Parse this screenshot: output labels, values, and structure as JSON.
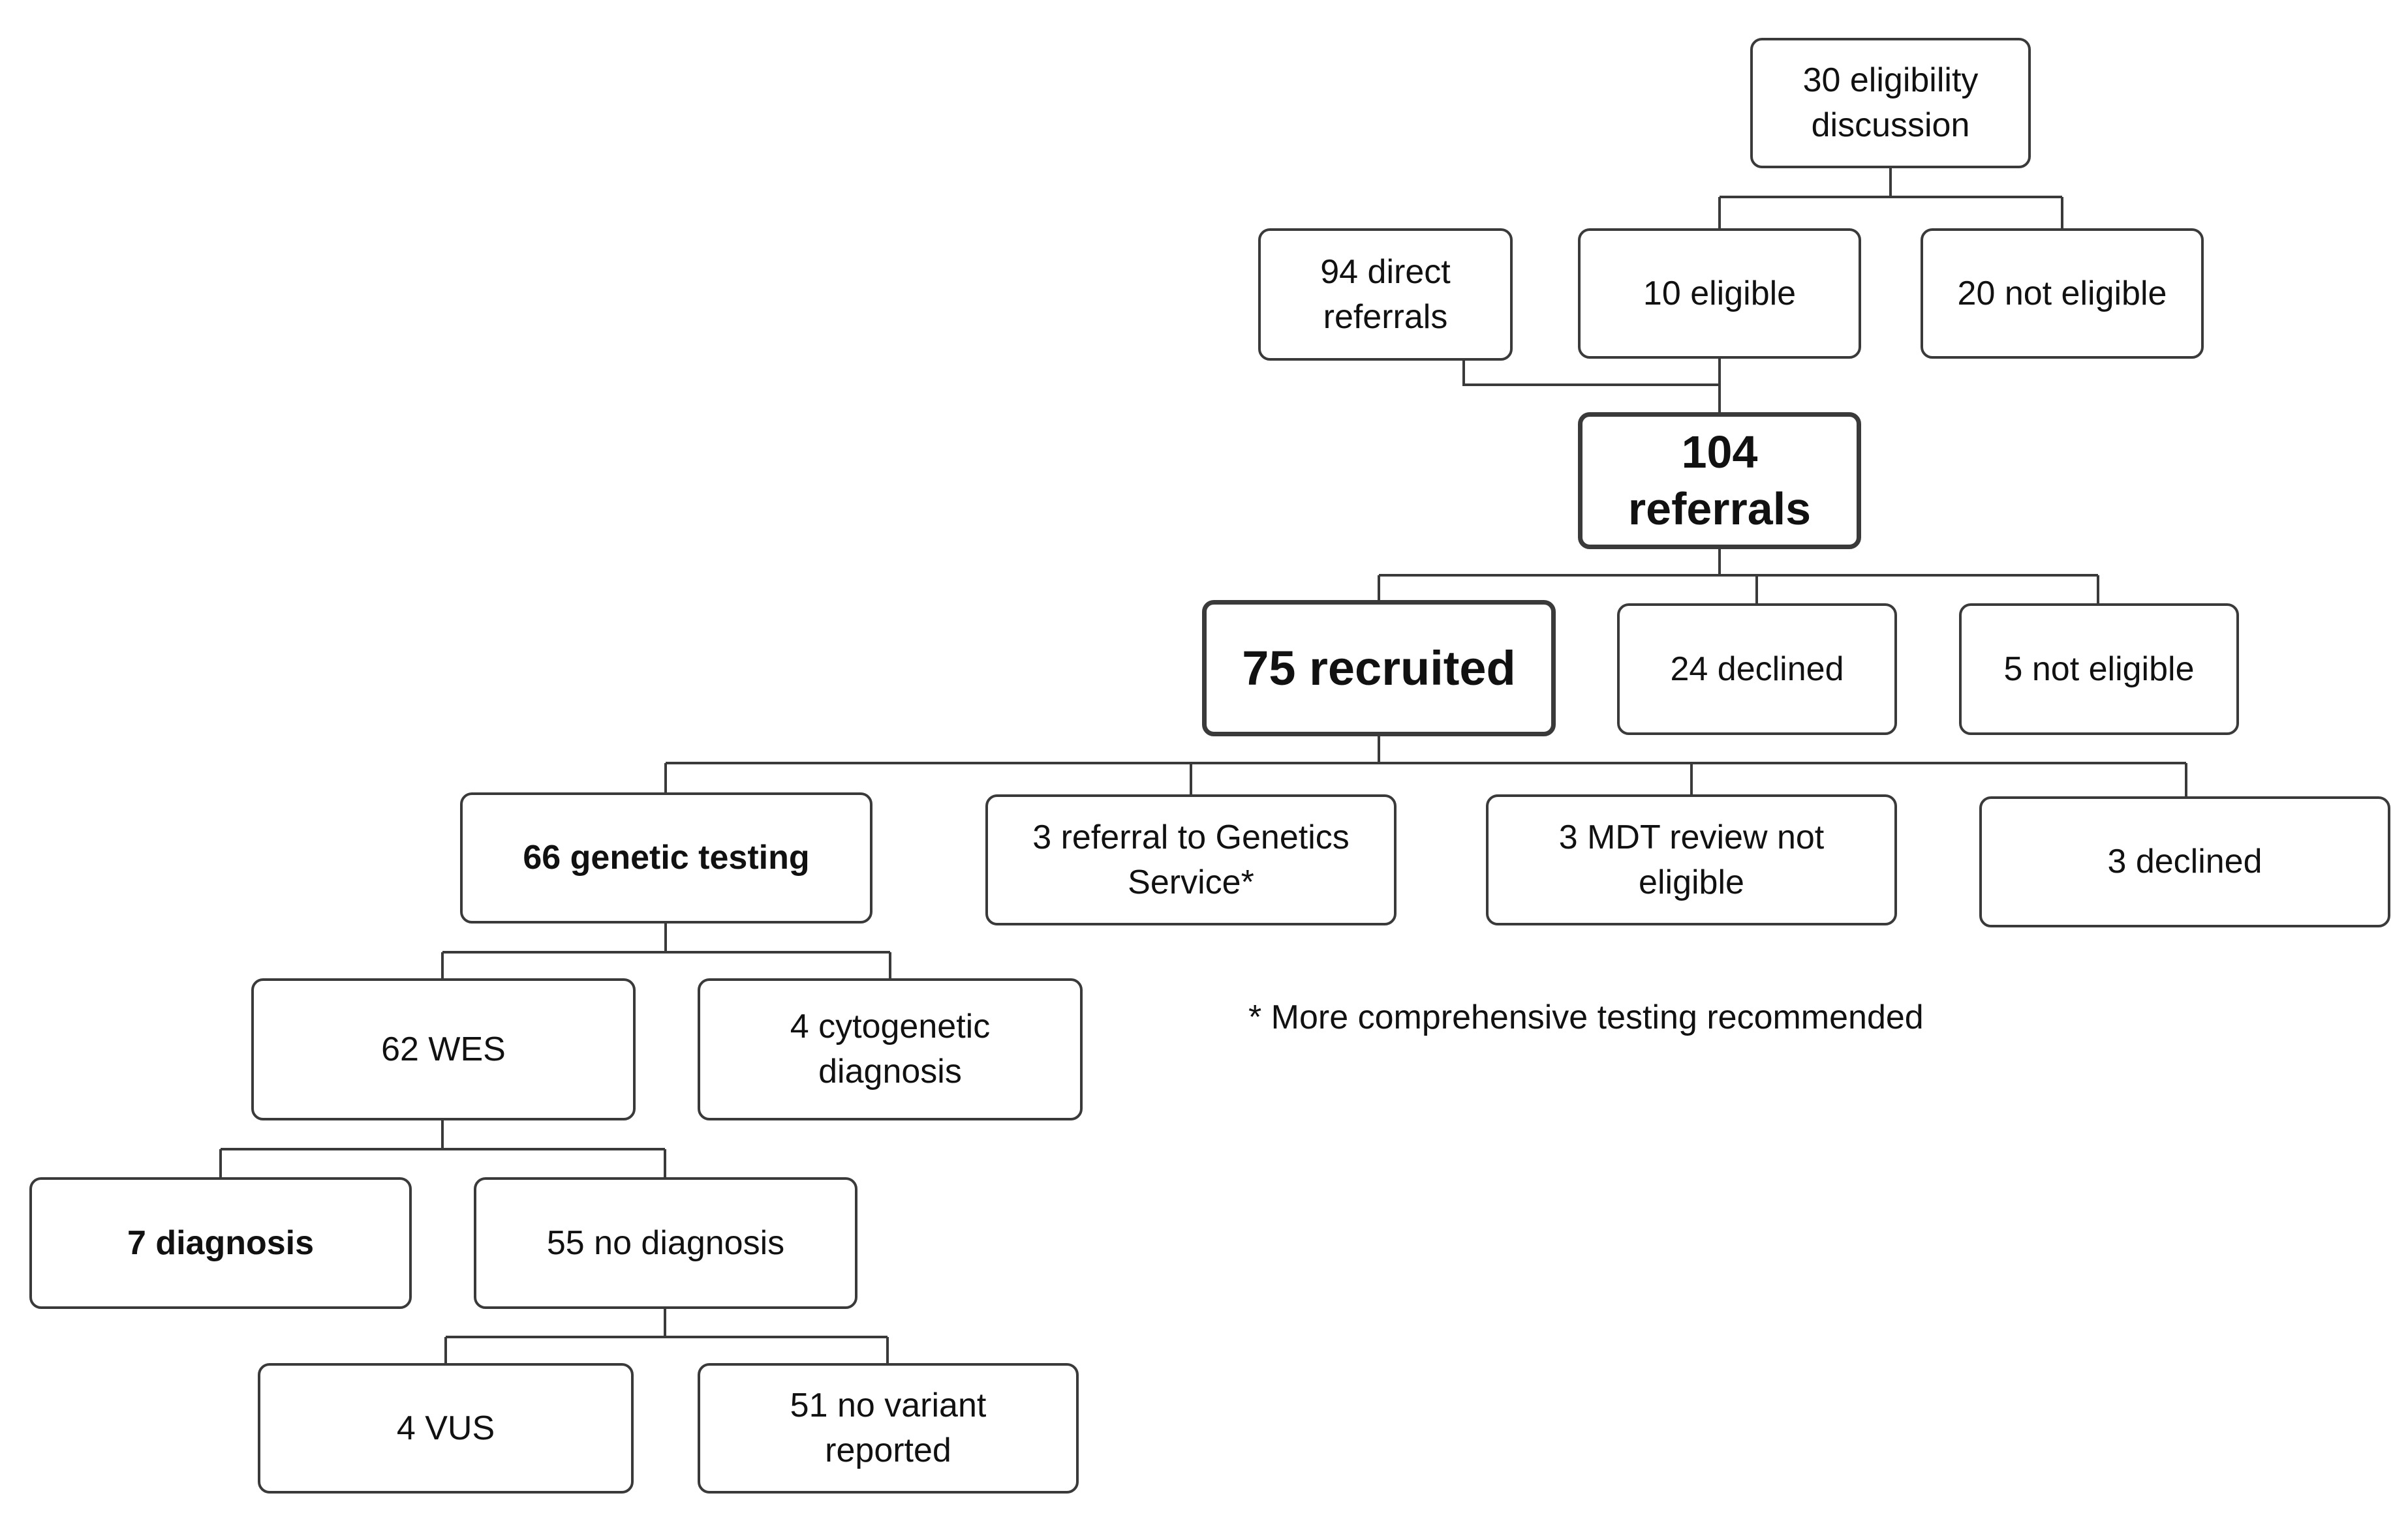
{
  "nodes": {
    "eligibility_discussion": "30 eligibility\ndiscussion",
    "direct_referrals": "94 direct\nreferrals",
    "eligible": "10 eligible",
    "not_eligible_20": "20 not eligible",
    "referrals_104": "104\nreferrals",
    "recruited_75": "75 recruited",
    "declined_24": "24 declined",
    "not_eligible_5": "5 not eligible",
    "genetic_testing_66": "66 genetic testing",
    "referral_genetics": "3 referral to Genetics\nService*",
    "mdt_review": "3 MDT review not\neligible",
    "declined_3": "3 declined",
    "wes_62": "62 WES",
    "cytogenetic_4": "4 cytogenetic\ndiagnosis",
    "diagnosis_7": "7 diagnosis",
    "no_diagnosis_55": "55 no diagnosis",
    "vus_4": "4 VUS",
    "no_variant_51": "51 no variant\nreported"
  },
  "footnote": "* More comprehensive testing recommended",
  "colors": {
    "line": "#3a3a3a",
    "text": "#111111",
    "background": "#ffffff"
  }
}
